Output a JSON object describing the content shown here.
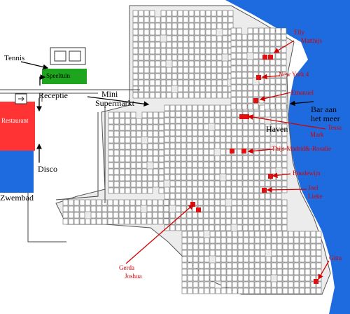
{
  "labels": {
    "tennis": "Tennis",
    "speeltuin": "Speeltuin",
    "receptie": "Receptie",
    "restaurant": "Restaurant",
    "disco": "Disco",
    "zwembad": "Zwembad",
    "mini": "Mini",
    "supermarkt": "Supermarkt",
    "bar1": "Bar aan",
    "bar2": "het meer",
    "haven": "Haven"
  },
  "names": {
    "elly": "Elly",
    "matthijs": "Matthijs",
    "newyork": "New York 4",
    "emanuel": "Emanuel",
    "tessa": "Tessa",
    "mark": "Mark",
    "thijs": "Thijs-Madrid&-Rosalie",
    "boudewijn": "Boudewijn",
    "joel": "Joel",
    "lieke": "Lieke",
    "gerda": "Gerda",
    "joshua": "Joshua",
    "gitta": "Gitta"
  },
  "colors": {
    "water": "#1e6be0",
    "restaurant": "#ff3333",
    "speeltuin": "#1ea51e",
    "marker": "#e01010",
    "arrow": "#d40000"
  }
}
